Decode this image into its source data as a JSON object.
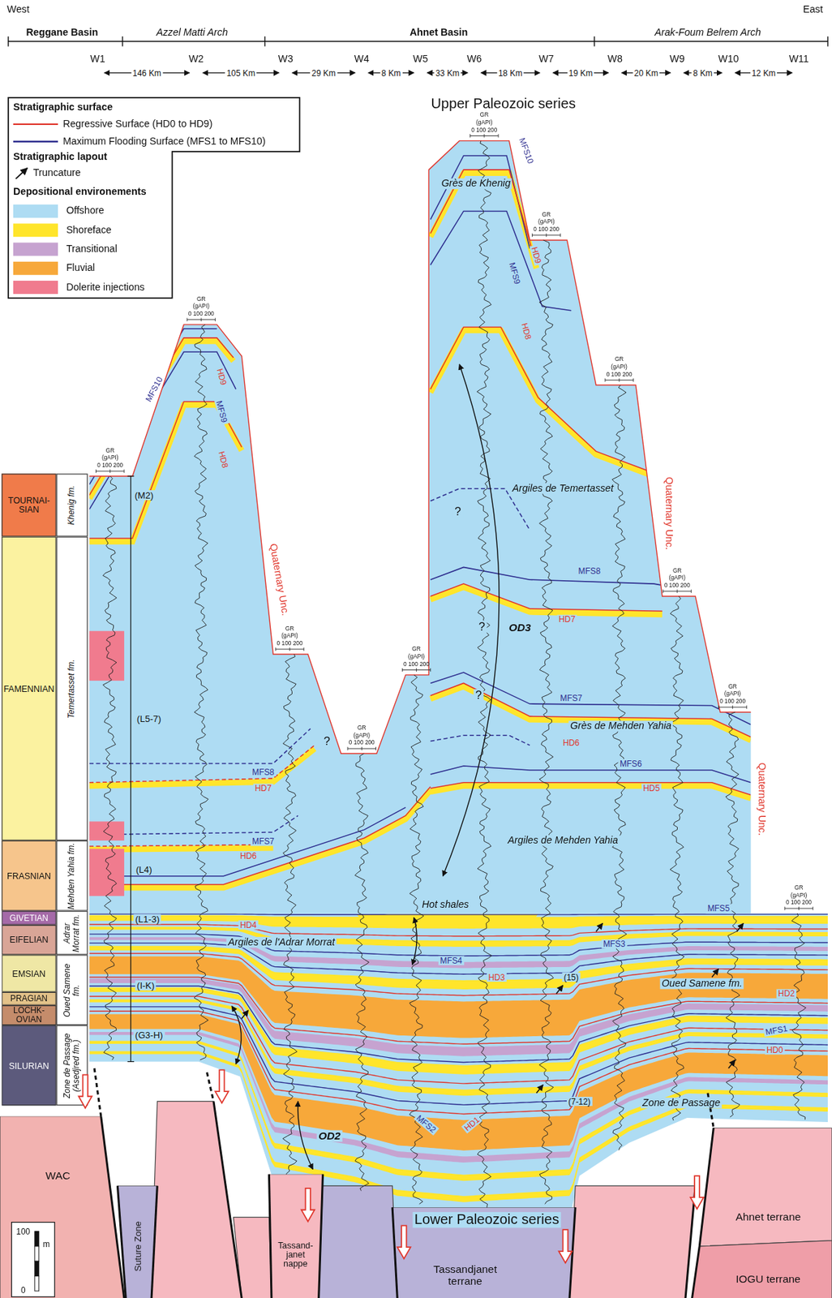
{
  "diagram": {
    "nodes": [
      {
        "text": [
          "TOURNAI- SIAN"
        ]
      },
      {
        "text": [
          "Khenig fm."
        ]
      },
      {
        "text": [
          "FAMENNIAN"
        ]
      },
      {
        "text": [
          "Temertasset fm."
        ]
      },
      {
        "text": [
          "FRASNIAN"
        ]
      },
      {
        "text": [
          "Mehden Yahia fm."
        ]
      },
      {
        "text": [
          "GIVETIAN"
        ]
      },
      {
        "text": [
          "Adrar Morrat fm."
        ]
      },
      {
        "text": [
          "EIFELIAN"
        ]
      },
      {
        "text": [
          "EMSIAN"
        ]
      },
      {
        "text": [
          "Oued Samene fm."
        ]
      },
      {
        "text": [
          "PRAGIAN"
        ]
      },
      {
        "text": [
          "LOCHK- OVIAN"
        ]
      },
      {
        "text": [
          "SILURIAN"
        ]
      },
      {
        "text": [
          "Zone de Passage (Asedjred fm.)"
        ]
      },
      {
        "text": [
          "WAC"
        ]
      },
      {
        "text": [
          "Suture Zone"
        ]
      },
      {
        "text": [
          "Tassand- janet nappe"
        ]
      },
      {
        "text": [
          "Tassandjanet terrane"
        ]
      },
      {
        "text": [
          "Ahnet terrane"
        ]
      },
      {
        "text": [
          "IOGU terrane"
        ]
      }
    ],
    "labels": [
      "West",
      "East",
      "Reggane Basin",
      "Azzel Matti Arch",
      "Ahnet Basin",
      "Arak-Foum Belrem Arch",
      "W1",
      "W2",
      "W3",
      "W4",
      "W5",
      "W6",
      "W7",
      "W8",
      "W9",
      "W10",
      "W11",
      "146 Km",
      "105 Km",
      "29 Km",
      "8 Km",
      "33 Km",
      "18 Km",
      "19 Km",
      "20 Km",
      "8 Km",
      "12 Km",
      "Upper Paleozoic series",
      "Stratigraphic surface",
      "Stratigraphic lapout",
      "Depositional environements",
      "Grès de Khenig",
      "Argiles de Temertasset",
      "Grès de Mehden Yahia",
      "Argiles de Mehden Yahia",
      "Hot shales",
      "Argiles de l'Adrar Morrat",
      "Oued Samene fm.",
      "Zone de Passage",
      "OD3",
      "OD2",
      "?",
      "?",
      "?",
      "?",
      "Quaternary Unc.",
      "Quaternary Unc.",
      "Quaternary Unc.",
      "MFS10",
      "HD9",
      "MFS9",
      "HD8",
      "MFS8",
      "HD7",
      "MFS7",
      "HD6",
      "MFS10",
      "MFS9",
      "HD9",
      "HD8",
      "MFS8",
      "HD7",
      "MFS7",
      "HD6",
      "MFS6",
      "HD5",
      "MFS5",
      "HD4",
      "MFS4",
      "MFS3",
      "HD3",
      "HD2",
      "MFS1",
      "HD0",
      "MFS2",
      "HD1",
      "(15)",
      "(7-12)",
      "(M2)",
      "(L5-7)",
      "(L4)",
      "(L1-3)",
      "(I-K)",
      "(G3-H)",
      "Lower Paleozoic series",
      "100",
      "m",
      "0",
      "GR",
      "(gAPI)",
      "0 100 200",
      "GR",
      "(gAPI)",
      "0 100 200",
      "GR",
      "(gAPI)",
      "0 100 200",
      "GR",
      "(gAPI)",
      "0 100 200",
      "GR",
      "(gAPI)",
      "0 100 200",
      "GR",
      "(gAPI)",
      "0 100 200",
      "GR",
      "(gAPI)",
      "0 100 200",
      "GR",
      "(gAPI)",
      "0 100 200",
      "GR",
      "(gAPI)",
      "0 100 200",
      "GR",
      "(gAPI)",
      "0 100 200",
      "GR",
      "(gAPI)",
      "0 100 200"
    ],
    "legend": [
      {
        "text": "Regressive Surface (HD0 to HD9)"
      },
      {
        "text": "Maximum Flooding Surface (MFS1 to MFS10)"
      },
      {
        "text": "Truncature"
      },
      {
        "text": "Offshore",
        "color": "#aedcf3"
      },
      {
        "text": "Shoreface",
        "color": "#ffe52b"
      },
      {
        "text": "Transitional",
        "color": "#c6a3d0"
      },
      {
        "text": "Fluvial",
        "color": "#f7a83a"
      },
      {
        "text": "Dolerite injections",
        "color": "#f07b8e"
      }
    ]
  }
}
